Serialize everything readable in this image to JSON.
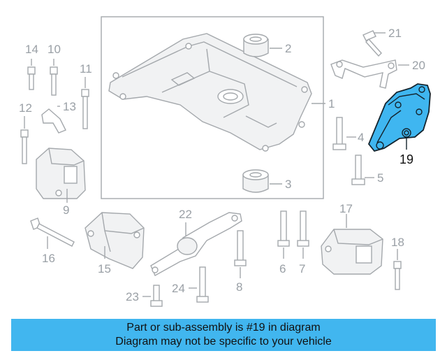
{
  "diagram": {
    "callouts": [
      "1",
      "2",
      "3",
      "4",
      "5",
      "6",
      "7",
      "8",
      "9",
      "10",
      "11",
      "12",
      "13",
      "14",
      "15",
      "16",
      "17",
      "18",
      "19",
      "20",
      "21",
      "22",
      "23",
      "24"
    ],
    "highlighted_part": "19",
    "highlight_color": "#3fb6f0"
  },
  "banner": {
    "line1": "Part or sub-assembly is #19 in diagram",
    "line2": "Diagram may not be specific to your vehicle",
    "background": "#41b6ef"
  }
}
